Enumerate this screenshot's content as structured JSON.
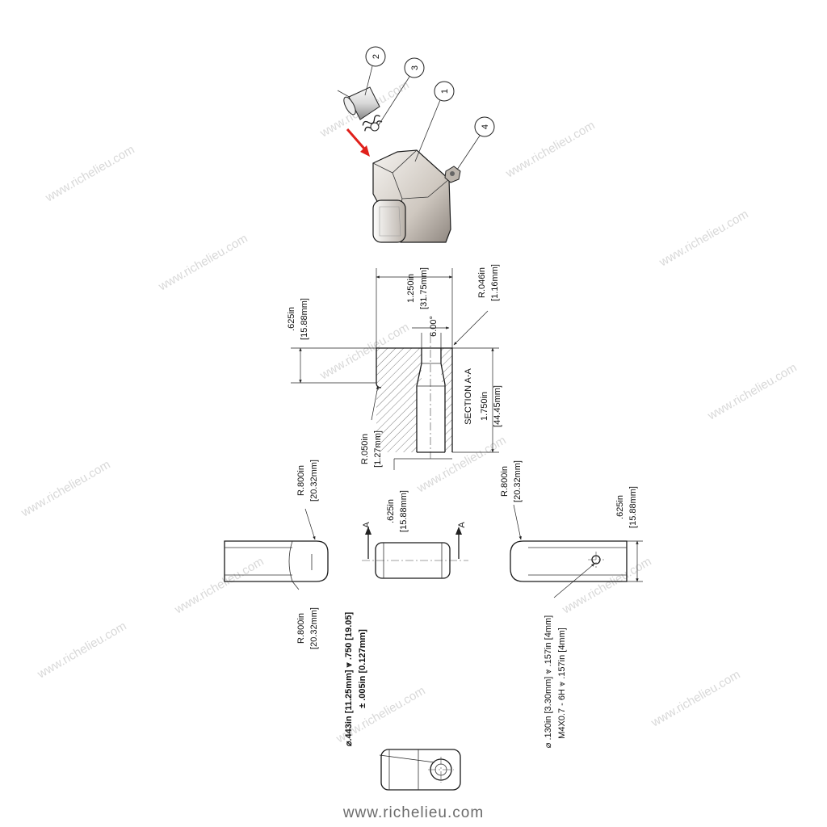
{
  "watermark": "www.richelieu.com",
  "footer": "www.richelieu.com",
  "balloons": {
    "b1": "1",
    "b2": "2",
    "b3": "3",
    "b4": "4"
  },
  "arrow_color": "#e0201b",
  "section": {
    "title": "SECTION A-A",
    "dim_height_in": ".625in",
    "dim_height_mm": "[15.88mm]",
    "dim_width_in": "1.250in",
    "dim_width_mm": "[31.75mm]",
    "radius_top_in": "R.046in",
    "radius_top_mm": "[1.16mm]",
    "angle": "6.00°",
    "dim_length_in": "1.750in",
    "dim_length_mm": "[44.45mm]",
    "radius_bottom_in": "R.050in",
    "radius_bottom_mm": "[1.27mm]"
  },
  "views": {
    "left_radius_top_in": "R.800in",
    "left_radius_top_mm": "[20.32mm]",
    "left_radius_bottom_in": "R.800in",
    "left_radius_bottom_mm": "[20.32mm]",
    "mid_height_in": ".625in",
    "mid_height_mm": "[15.88mm]",
    "section_marker": "A",
    "right_radius_in": "R.800in",
    "right_radius_mm": "[20.32mm]",
    "right_height_in": ".625in",
    "right_height_mm": "[15.88mm]"
  },
  "notes": {
    "bore_line1": "⌀.443in [11.25mm] ⩔ .750 [19.05]",
    "bore_line2": "± .005in [0.127mm]",
    "hole_line1": "⌀ .130in [3.30mm] ⩔ .157in [4mm]",
    "hole_line2": "M4X0.7 - 6H ⩔ .157in [4mm]"
  }
}
